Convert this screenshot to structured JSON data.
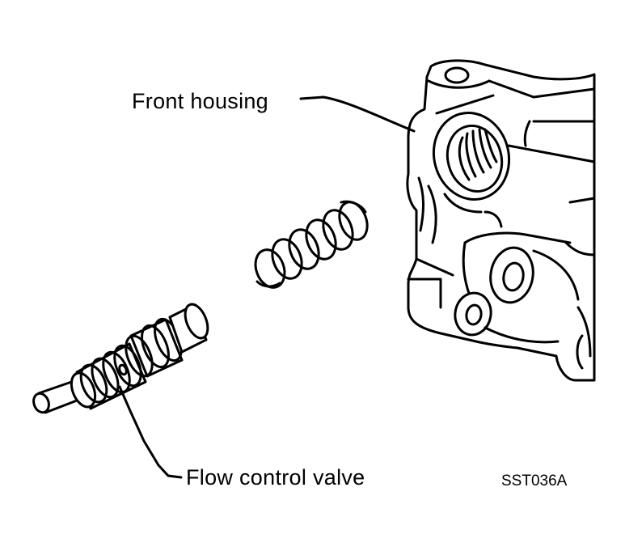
{
  "labels": {
    "front_housing": "Front housing",
    "flow_control_valve": "Flow control valve",
    "figure_code": "SST036A"
  },
  "colors": {
    "ink": "#000000",
    "paper": "#ffffff"
  }
}
